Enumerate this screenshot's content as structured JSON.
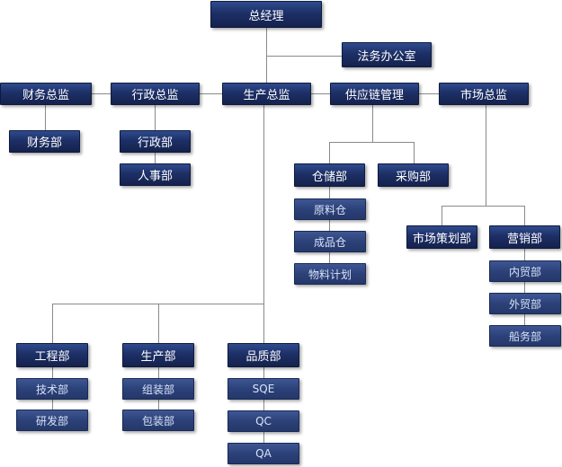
{
  "org": {
    "ceo": "总经理",
    "legal_office": "法务办公室",
    "finance_director": "财务总监",
    "admin_director": "行政总监",
    "production_director": "生产总监",
    "supply_chain_mgmt": "供应链管理",
    "marketing_director": "市场总监",
    "finance_dept": "财务部",
    "admin_dept": "行政部",
    "hr_dept": "人事部",
    "warehouse_dept": "仓储部",
    "purchasing_dept": "采购部",
    "raw_material_warehouse": "原料仓",
    "finished_goods_warehouse": "成品仓",
    "material_planning": "物料计划",
    "market_planning_dept": "市场策划部",
    "sales_dept": "营销部",
    "domestic_trade": "内贸部",
    "foreign_trade": "外贸部",
    "shipping_dept": "船务部",
    "engineering_dept": "工程部",
    "production_dept": "生产部",
    "quality_dept": "品质部",
    "technical_dept": "技术部",
    "rnd_dept": "研发部",
    "assembly_dept": "组装部",
    "packaging_dept": "包装部",
    "sqe": "SQE",
    "qc": "QC",
    "qa": "QA"
  },
  "colors": {
    "node_dark": "#1d2f66",
    "node_light": "#2c4179",
    "connector": "#8a8a8a"
  }
}
